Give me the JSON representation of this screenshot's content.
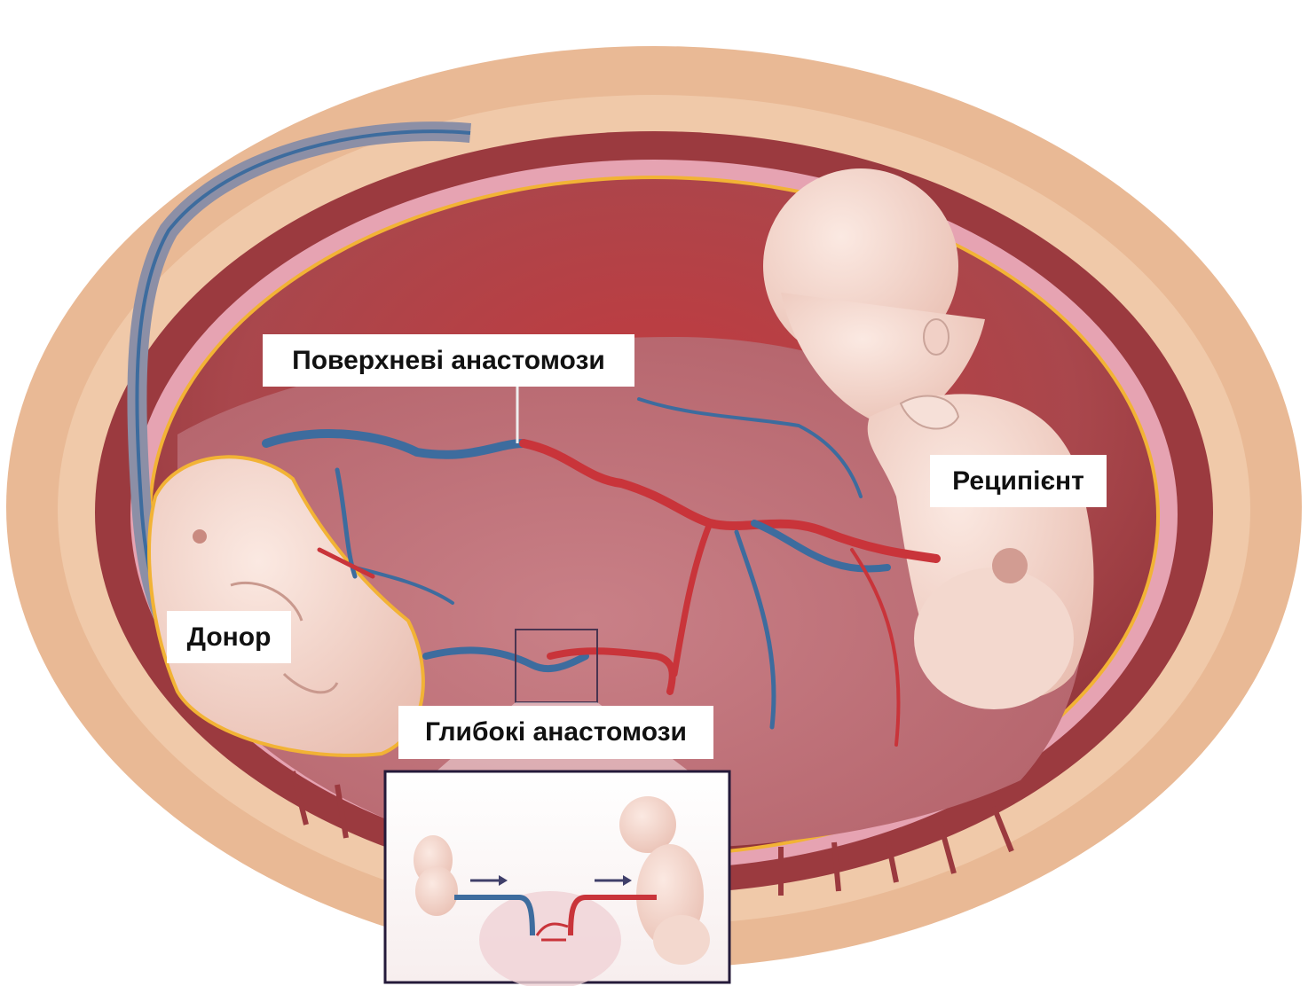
{
  "labels": {
    "surface_anastomoses": "Поверхневі анастомози",
    "recipient": "Реципієнт",
    "donor": "Донор",
    "deep_anastomoses": "Глибокі анастомози"
  },
  "colors": {
    "uterine_wall": "#e8b896",
    "muscle": "#9e3a3e",
    "cavity": "#b8646a",
    "fetus_skin": "#f2d4ca",
    "artery_red": "#c9343a",
    "vein_blue": "#3d6c9e",
    "amnion_yellow": "#f2b335",
    "decidua_pink": "#e8a4b4"
  }
}
